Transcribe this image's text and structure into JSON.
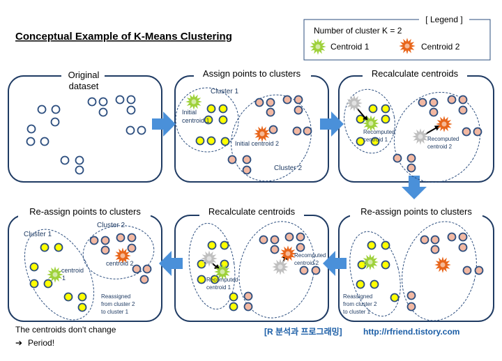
{
  "title": "Conceptual Example of K-Means Clustering",
  "legend": {
    "header": "[ Legend ]",
    "k_text": "Number of cluster K = 2",
    "centroid1": "Centroid 1",
    "centroid2": "Centroid 2",
    "color_c1": "#9ed13a",
    "color_c2": "#e8651a"
  },
  "colors": {
    "panel_border": "#1f3b63",
    "point_blue": "#2b4d7e",
    "point_yellow": "#ffff00",
    "point_salmon": "#f2b8a2",
    "arrow": "#4a90d9",
    "watermark": "#1a5da6",
    "old_centroid": "#bfbfbf"
  },
  "panels": {
    "p1": {
      "title_line1": "Original",
      "title_line2": "dataset"
    },
    "p2": {
      "title": "Assign points to clusters",
      "cluster1": "Cluster 1",
      "cluster2": "Cluster 2",
      "initial1_line1": "Initial",
      "initial1_line2": "centroid 1",
      "initial2": "Initial  centroid  2"
    },
    "p3": {
      "title": "Recalculate centroids",
      "rc1_line1": "Recomputed",
      "rc1_line2": "centroid 1",
      "rc2_line1": "Recomputed",
      "rc2_line2": "centroid 2"
    },
    "p4": {
      "title": "Re-assign points to clusters",
      "reassign_line1": "Reassigned",
      "reassign_line2": "from cluster 2",
      "reassign_line3": "to cluster 1"
    },
    "p5": {
      "title": "Recalculate centroids",
      "rc1_line1": "Recomputed",
      "rc1_line2": "centroid 1",
      "rc2_line1": "Recomputed",
      "rc2_line2": "centroid 2"
    },
    "p6": {
      "title": "Re-assign points to clusters",
      "cluster1": "Cluster 1",
      "cluster2": "Cluster 2",
      "centroid1_line1": "centroid",
      "centroid1_line2": "1",
      "centroid2_line1": "centroid  2",
      "reassign_line1": "Reassigned",
      "reassign_line2": "from cluster 2",
      "reassign_line3": "to cluster 1"
    }
  },
  "footer": {
    "line1": "The centroids don't change",
    "line2": "Period!",
    "arrow_glyph": "➔",
    "watermark_kr": "[R 분석과 프로그래밍]",
    "watermark_url": "http://rfriend.tistory.com"
  }
}
